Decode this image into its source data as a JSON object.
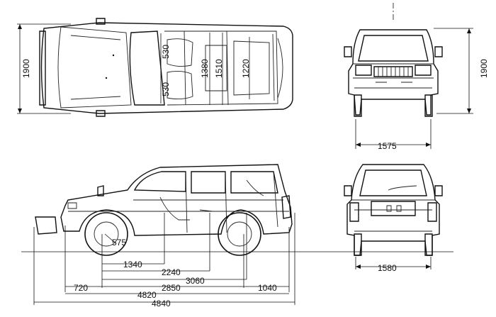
{
  "dimensions": {
    "top_width": "1900",
    "front_width": "1900",
    "front_track": "1575",
    "rear_track": "1580",
    "seat_width_front_a": "530",
    "seat_width_front_b": "530",
    "interior_width_front": "1380",
    "interior_width_mid": "1510",
    "interior_width_rear": "1220",
    "ground_clearance": "575",
    "dim_1340": "1340",
    "dim_2240": "2240",
    "dim_3060": "3060",
    "front_overhang": "720",
    "wheelbase": "2850",
    "rear_overhang": "1040",
    "length_a": "4820",
    "length_b": "4840"
  }
}
